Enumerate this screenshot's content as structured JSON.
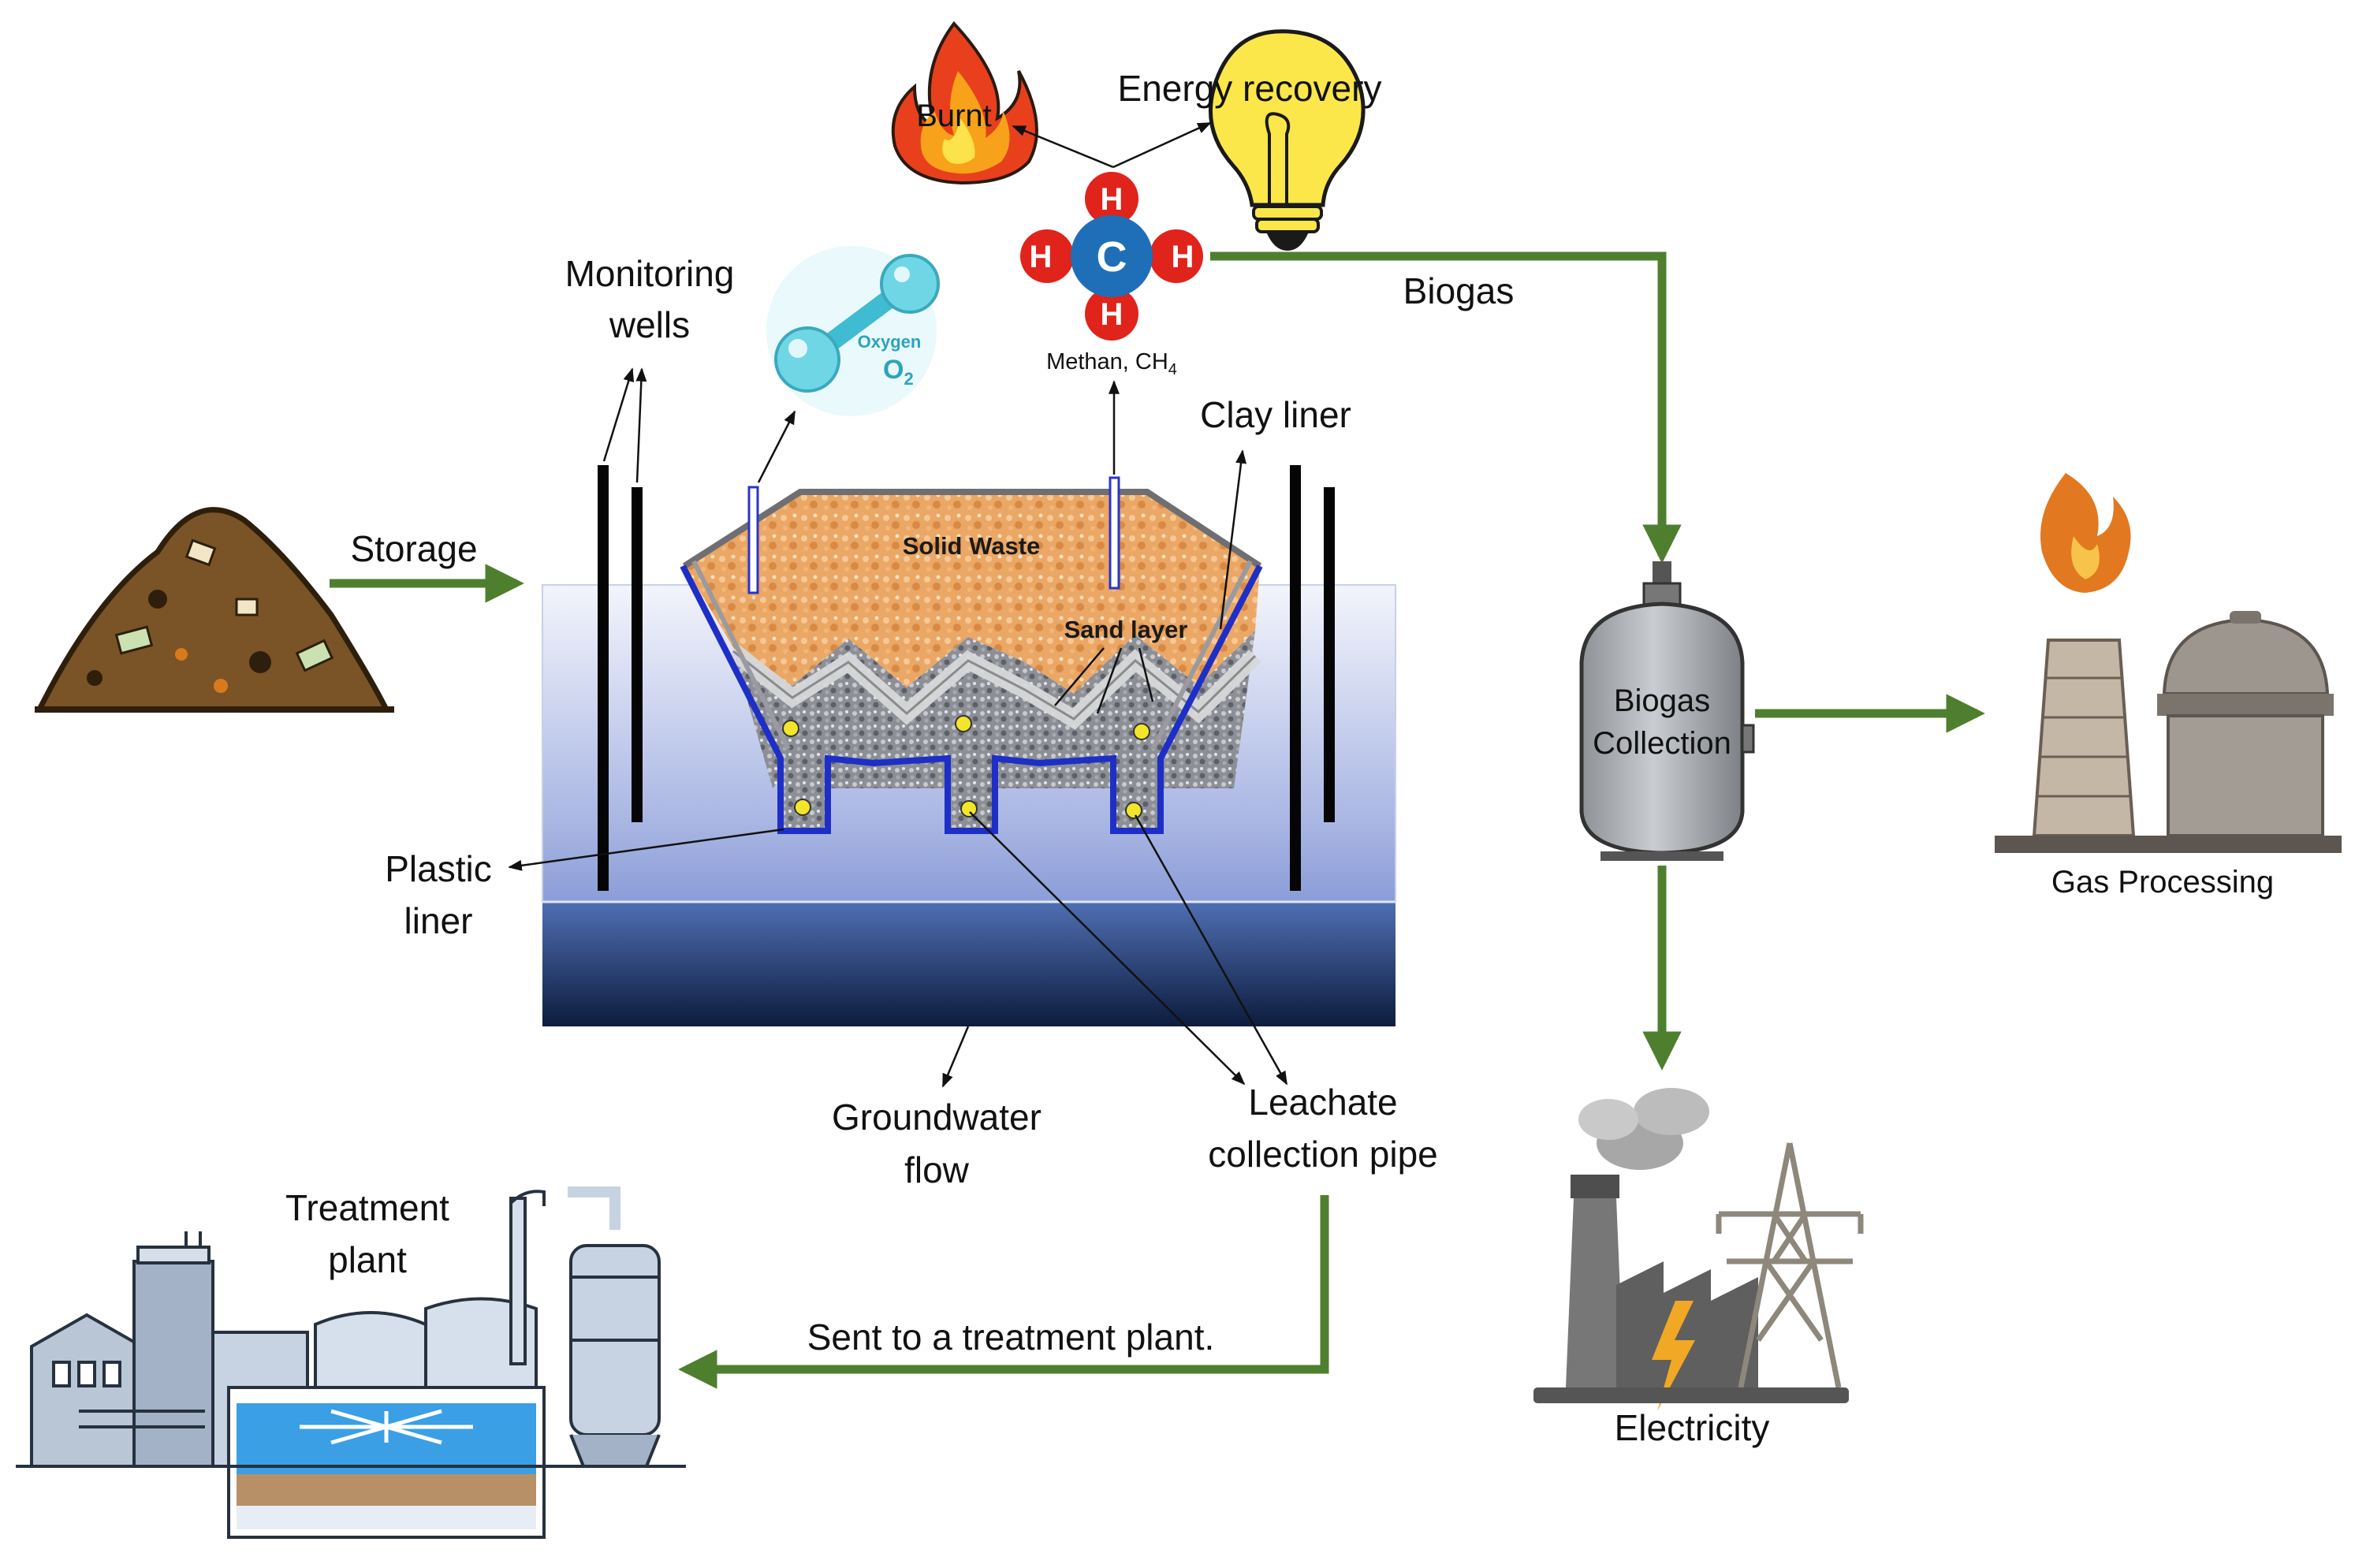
{
  "inputs": {
    "storage": "Storage"
  },
  "landfill": {
    "monitoring_wells": [
      "Monitoring",
      "wells"
    ],
    "solid_waste": "Solid Waste",
    "sand_layer": "Sand layer",
    "clay_liner": "Clay liner",
    "plastic_liner": [
      "Plastic",
      "liner"
    ],
    "groundwater_flow": [
      "Groundwater",
      "flow"
    ],
    "leachate_pipe": [
      "Leachate",
      "collection pipe"
    ]
  },
  "gases": {
    "oxygen_name": "Oxygen",
    "oxygen_formula": "O",
    "oxygen_subscript": "2",
    "methane_label": "Methan, CH",
    "methane_subscript": "4",
    "atom_h": "H",
    "atom_c": "C",
    "burnt": "Burnt",
    "energy_recovery": "Energy recovery"
  },
  "biogas": {
    "flow_label": "Biogas",
    "tank_label": [
      "Biogas",
      "Collection"
    ],
    "gas_processing": "Gas Processing",
    "electricity": "Electricity"
  },
  "treatment": {
    "plant_label": [
      "Treatment",
      "plant"
    ],
    "sent_label": "Sent to a treatment plant."
  },
  "colors": {
    "flow_arrow": "#4e7f2e",
    "liner": "#1e2fc8",
    "waste": "#e9a86a",
    "groundwater_top": "#eef1fb",
    "groundwater_bottom": "#13264f",
    "methane_carbon": "#1f6fb8",
    "methane_hydrogen": "#e0231b",
    "oxygen": "#6fd6e6"
  }
}
